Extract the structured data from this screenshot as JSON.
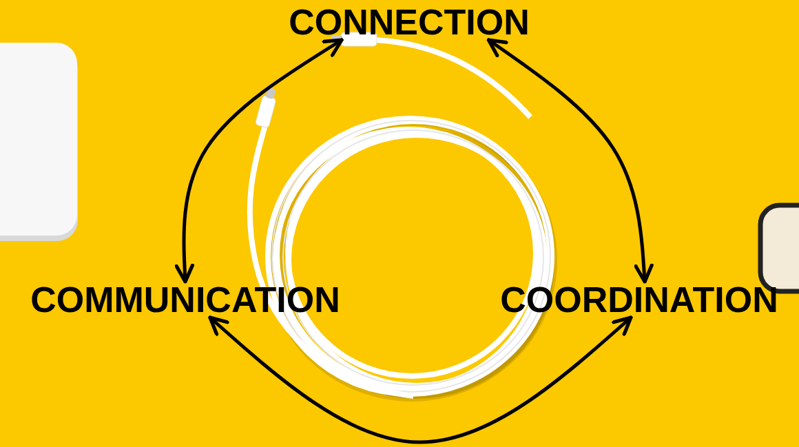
{
  "diagram": {
    "nodes": [
      {
        "text": [
          "CONNECTION"
        ]
      },
      {
        "text": [
          "COMMUNICATION"
        ]
      },
      {
        "text": [
          "COORDINATION"
        ]
      }
    ],
    "edges": [
      {
        "from": 0,
        "to": 1,
        "arrow": "both"
      },
      {
        "from": 0,
        "to": 2,
        "arrow": "both"
      },
      {
        "from": 1,
        "to": 2,
        "arrow": "both"
      }
    ]
  }
}
